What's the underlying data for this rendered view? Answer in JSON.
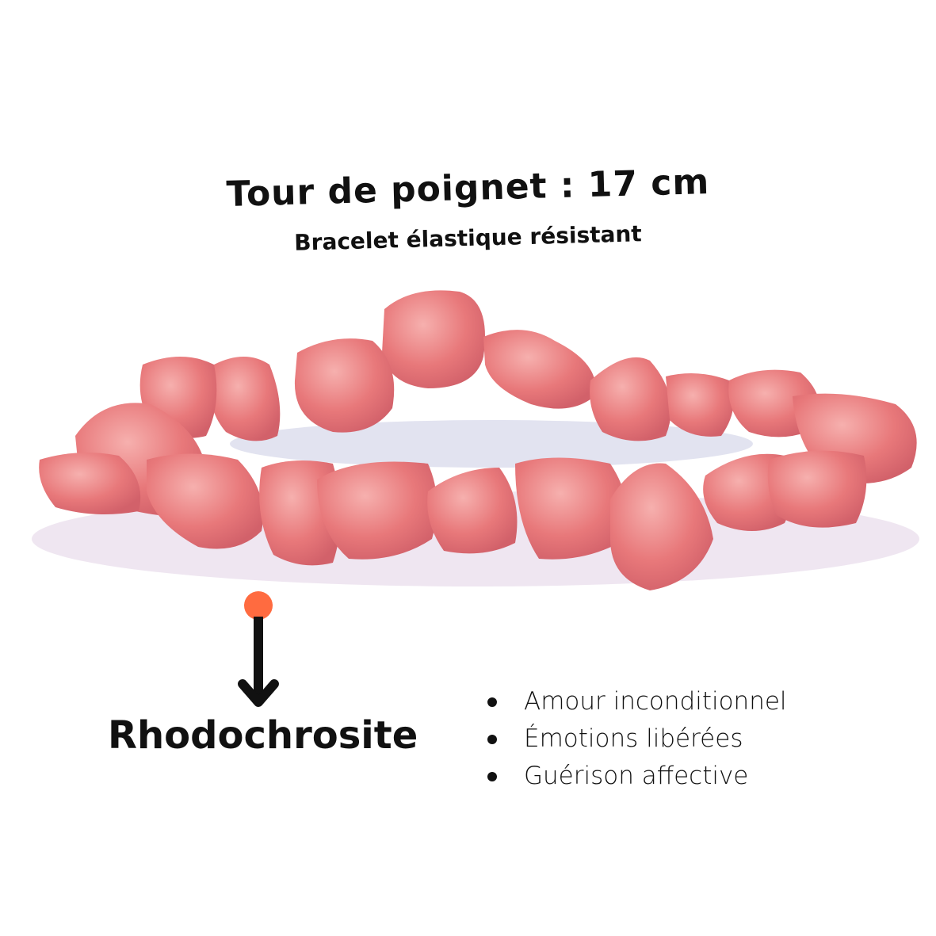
{
  "header": {
    "title": "Tour de poignet : 17 cm",
    "subtitle": "Bracelet élastique résistant"
  },
  "product": {
    "stone_name": "Rhodochrosite",
    "image": "pink-stone-chip-bracelet",
    "properties": [
      "Amour inconditionnel",
      "Émotions libérées",
      "Guérison affective"
    ]
  },
  "colors": {
    "marker": "#ff6b40",
    "stone": "#e8787a",
    "stone_light": "#f2a3a3",
    "stone_dark": "#cf5a60",
    "shadow": "#e7dcea",
    "text": "#111111"
  }
}
